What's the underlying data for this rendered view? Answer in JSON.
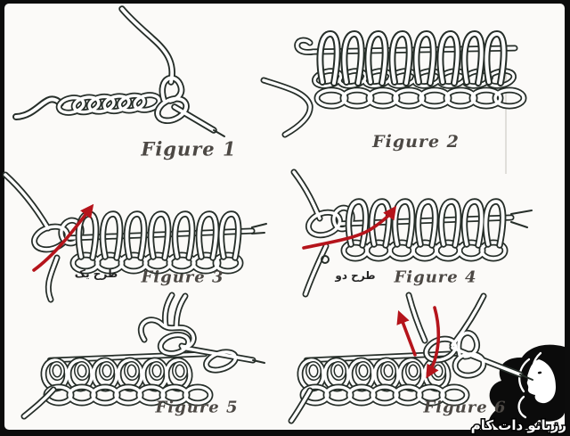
{
  "figures": [
    {
      "caption": "Figure 1"
    },
    {
      "caption": "Figure 2"
    },
    {
      "caption": "Figure 3",
      "label": "طرح یک"
    },
    {
      "caption": "Figure 4",
      "label": "طرح دو"
    },
    {
      "caption": "Figure 5"
    },
    {
      "caption": "Figure 6"
    }
  ],
  "watermark": {
    "site_text": "رزبانو دات کام",
    "logo_icon": "woman-profile-hair-logo"
  },
  "colors": {
    "ink": "#262e29",
    "arrow": "#b5141b",
    "paper": "#fbfaf8",
    "frame": "#0c0c0c",
    "caption": "#4c4844",
    "label": "#242424",
    "scan_line": "#d8d5d0",
    "watermark": "#0b0b0b"
  }
}
